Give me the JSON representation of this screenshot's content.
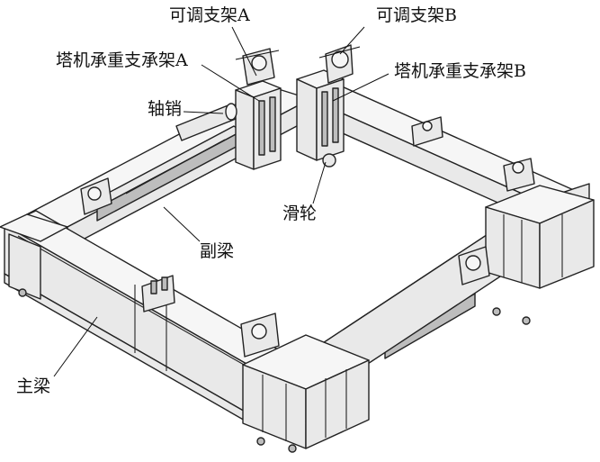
{
  "labels": {
    "adjustable_bracket_a": "可调支架A",
    "adjustable_bracket_b": "可调支架B",
    "crane_support_frame_a": "塔机承重支承架A",
    "crane_support_frame_b": "塔机承重支承架B",
    "pin_shaft": "轴销",
    "pulley": "滑轮",
    "secondary_beam": "副梁",
    "main_beam": "主梁"
  }
}
